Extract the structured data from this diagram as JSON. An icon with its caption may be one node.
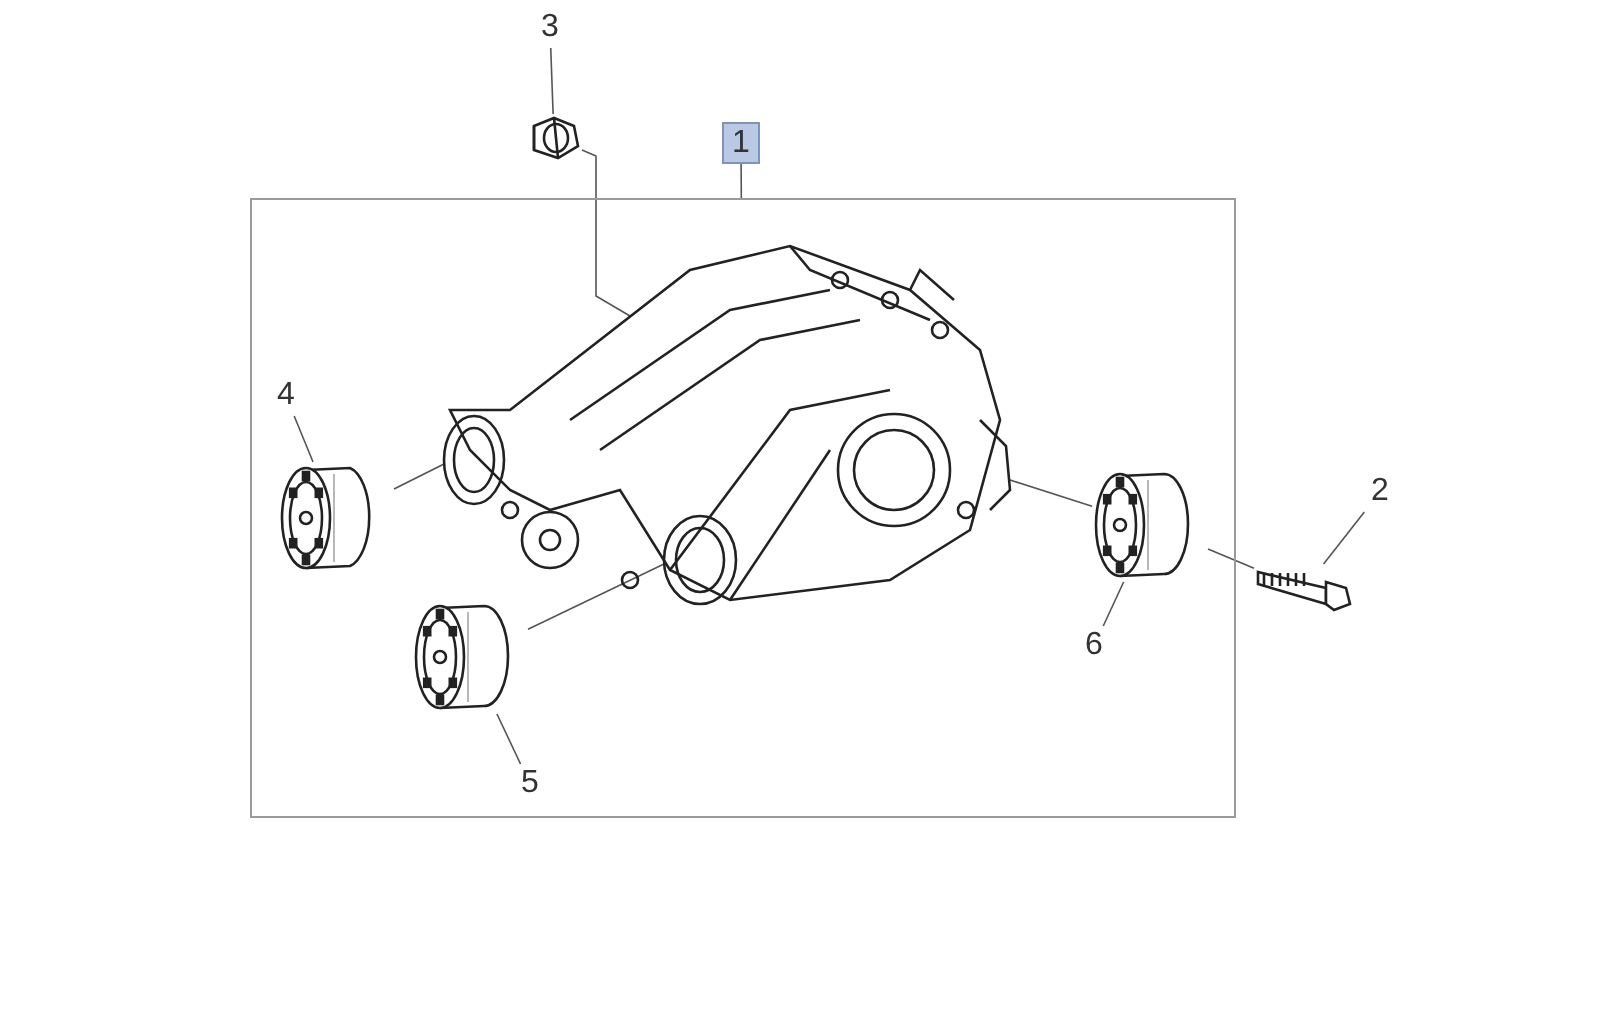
{
  "diagram": {
    "nodes": [
      {
        "text": [
          "1"
        ]
      },
      {
        "text": [],
        "shape": "box"
      },
      {
        "text": [
          "3"
        ]
      },
      {
        "text": [],
        "shape": "picture"
      },
      {
        "text": [],
        "shape": "picture",
        "in": 1
      },
      {
        "text": [
          "4"
        ],
        "in": 1
      },
      {
        "text": [],
        "shape": "cylinder",
        "in": 1
      },
      {
        "text": [
          "5"
        ],
        "in": 1
      },
      {
        "text": [],
        "shape": "cylinder",
        "in": 1
      },
      {
        "text": [
          "6"
        ],
        "in": 1
      },
      {
        "text": [],
        "shape": "cylinder",
        "in": 1
      },
      {
        "text": [
          "2"
        ]
      },
      {
        "text": [],
        "shape": "picture"
      }
    ],
    "edges": [
      {
        "from": 0,
        "to": 1,
        "arrow": "none"
      },
      {
        "from": 2,
        "to": 3,
        "arrow": "none"
      },
      {
        "from": 3,
        "to": 4,
        "arrow": "none"
      },
      {
        "from": 5,
        "to": 6,
        "arrow": "none"
      },
      {
        "from": 6,
        "to": 4,
        "arrow": "none"
      },
      {
        "from": 7,
        "to": 8,
        "arrow": "none"
      },
      {
        "from": 8,
        "to": 4,
        "arrow": "none"
      },
      {
        "from": 9,
        "to": 10,
        "arrow": "none"
      },
      {
        "from": 10,
        "to": 4,
        "arrow": "none"
      },
      {
        "from": 11,
        "to": 12,
        "arrow": "none"
      },
      {
        "from": 12,
        "to": 10,
        "arrow": "none"
      }
    ]
  }
}
